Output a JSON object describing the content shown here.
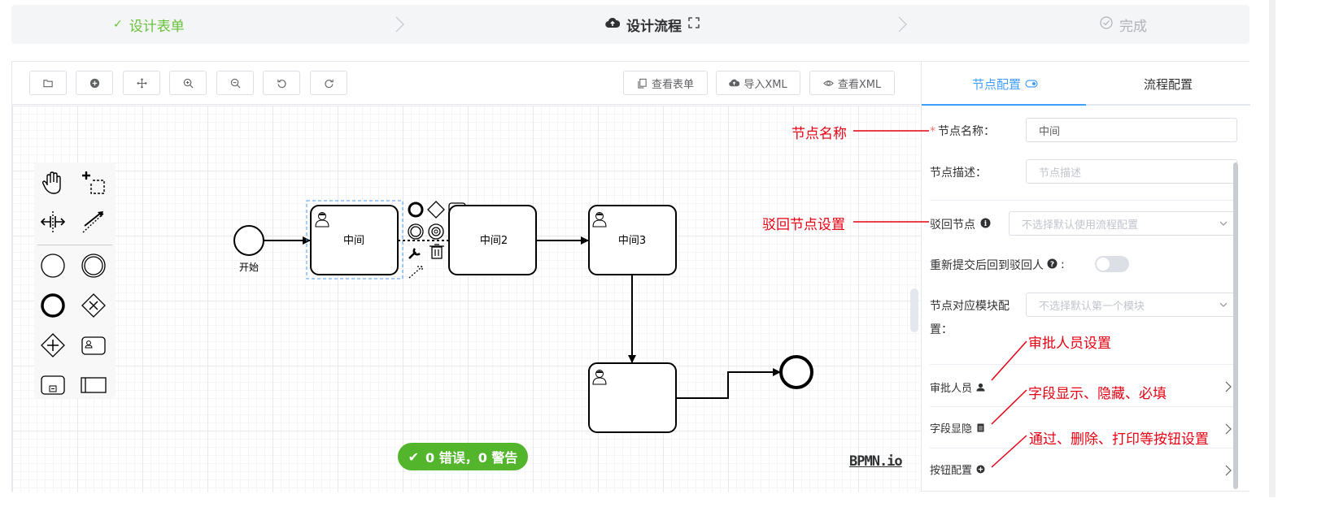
{
  "steps": {
    "step1": {
      "label": "设计表单",
      "icon": "check-icon"
    },
    "step2": {
      "label": "设计流程",
      "icon": "cloud-upload-icon",
      "extra_icon": "fullscreen-icon"
    },
    "step3": {
      "label": "完成",
      "icon": "check-circle-icon"
    }
  },
  "toolbar": {
    "icon_buttons": [
      "folder-open-icon",
      "plus-circle-icon",
      "move-icon",
      "zoom-in-icon",
      "zoom-out-icon",
      "undo-icon",
      "redo-icon"
    ],
    "view_form_label": "查看表单",
    "import_xml_label": "导入XML",
    "view_xml_label": "查看XML"
  },
  "diagram": {
    "start_label": "开始",
    "task1": "中间",
    "task2": "中间2",
    "task3": "中间3",
    "task4": ""
  },
  "lint": {
    "text": "0 错误，0 警告"
  },
  "watermark": "BPMN.io",
  "panel": {
    "tabs": {
      "node_config": "节点配置",
      "process_config": "流程配置"
    },
    "node_name": {
      "label": "节点名称：",
      "value": "中间"
    },
    "node_desc": {
      "label": "节点描述：",
      "placeholder": "节点描述"
    },
    "reject_node": {
      "label": "驳回节点",
      "placeholder": "不选择默认使用流程配置"
    },
    "resubmit": {
      "label": "重新提交后回到驳回人",
      "enabled": false
    },
    "module_cfg": {
      "label_line1": "节点对应模块配",
      "label_line2": "置：",
      "placeholder": "不选择默认第一个模块"
    },
    "approvers": {
      "label": "审批人员"
    },
    "field_vis": {
      "label": "字段显隐"
    },
    "buttons": {
      "label": "按钮配置"
    }
  },
  "annotations": {
    "a1": "节点名称",
    "a2": "驳回节点设置",
    "a3": "审批人员设置",
    "a4": "字段显示、隐藏、必填",
    "a5": "通过、删除、打印等按钮设置"
  },
  "colors": {
    "accent": "#409eff",
    "success": "#67c23a",
    "lint": "#52b52b",
    "annotation": "#e60012"
  }
}
